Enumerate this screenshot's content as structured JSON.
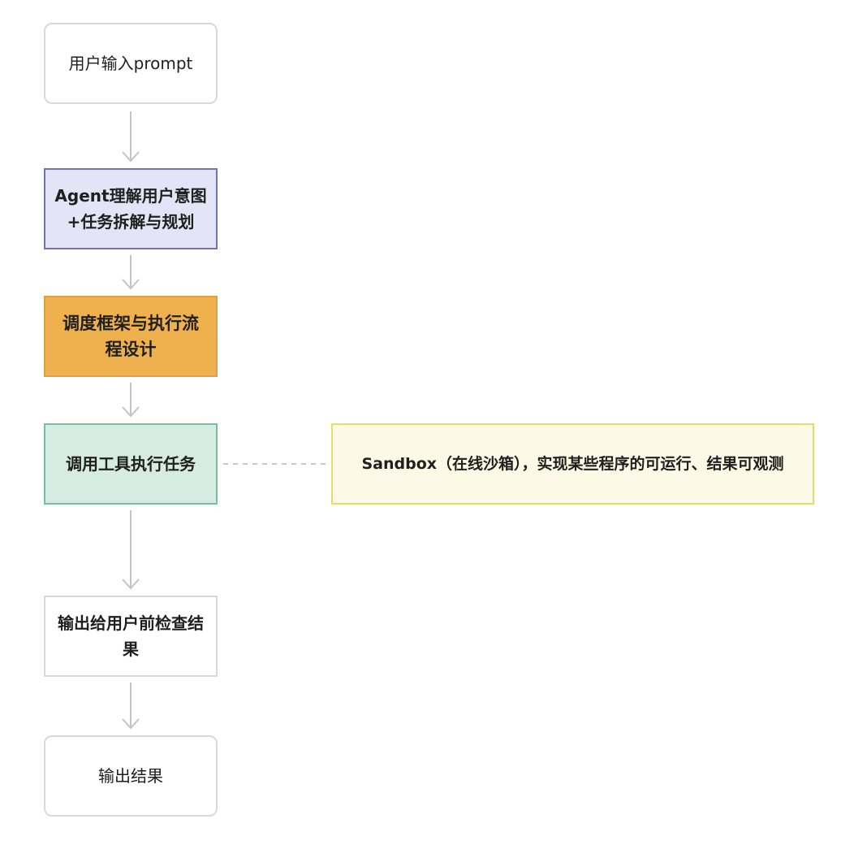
{
  "flow": {
    "start": {
      "label": "用户输入prompt"
    },
    "understand": {
      "label": "Agent理解用户意图\n+任务拆解与规划"
    },
    "schedule": {
      "label": "调度框架与执行流\n程设计"
    },
    "tools": {
      "label": "调用工具执行任务"
    },
    "sandbox": {
      "label": "Sandbox（在线沙箱），实现某些程序的可运行、结果可观测"
    },
    "check": {
      "label": "输出给用户前检查结\n果"
    },
    "output": {
      "label": "输出结果"
    }
  },
  "colors": {
    "start_fill": "#ffffff",
    "start_border": "#d9d9d9",
    "understand_fill": "#e5e3f6",
    "understand_border": "#7273b4",
    "schedule_fill": "#efb14e",
    "schedule_border": "#dda048",
    "tools_fill": "#d6ebe2",
    "tools_border": "#74c0a3",
    "sandbox_fill": "#fcfae6",
    "sandbox_border": "#e3dd6a",
    "check_fill": "#ffffff",
    "check_border": "#d9d9d9",
    "output_fill": "#ffffff",
    "output_border": "#d9d9d9",
    "arrow": "#c4c4c4",
    "dashed": "#c8c8c8"
  }
}
